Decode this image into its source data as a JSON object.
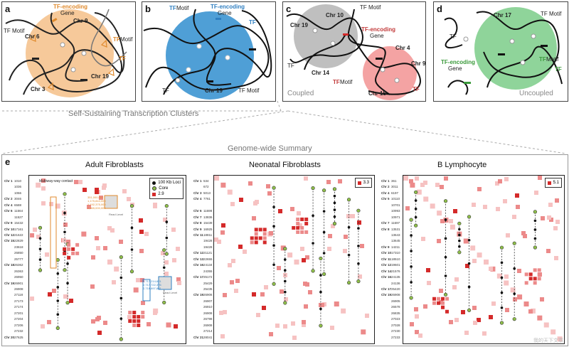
{
  "panels": {
    "a": {
      "letter": "a",
      "tf_encoding": "TF-encoding",
      "gene": "Gene",
      "tf_motif_left": "TF Motif",
      "tf_motif_right_tf": "TF",
      "tf_motif_right": "Motif",
      "tf_right": "TF",
      "chr9": "Chr 9",
      "chr6": "Chr 6",
      "chr3": "Chr 3",
      "chr19": "Chr 19"
    },
    "b": {
      "letter": "b",
      "tf_motif_tf": "TF",
      "tf_motif": "Motif",
      "tf_encoding": "TF-encoding",
      "gene": "Gene",
      "tf": "TF",
      "tf_bottom": "TF",
      "chr19": "Chr 19",
      "tf_motif2": "TF Motif"
    },
    "c": {
      "letter": "c",
      "chr10": "Chr 10",
      "tf_motif": "TF Motif",
      "chr19": "Chr 19",
      "tf_encoding": "TF-encoding",
      "gene": "Gene",
      "tf": "TF",
      "chr14": "Chr 14",
      "chr4": "Chr 4",
      "chr9": "Chr 9",
      "tf_motif2_tf": "TF",
      "tf_motif2": "Motif",
      "chr15": "Chr 15",
      "tf2": "TF",
      "caption": "Coupled"
    },
    "d": {
      "letter": "d",
      "chr17": "Chr 17",
      "tf_motif": "TF Motif",
      "tf": "TF",
      "tf_encoding": "TF-encoding",
      "gene": "Gene",
      "tf_motif2_tf": "TF",
      "tf_motif2": "Motif",
      "tf2": "TF",
      "caption": "Uncoupled"
    }
  },
  "banner_top": "Self-Sustaining Transcription Clusters",
  "banner_mid": "Genome-wide Summary",
  "panel_e": {
    "letter": "e",
    "adult": {
      "title": "Adult Fibroblasts",
      "multiway": "Multiway-way contact",
      "legend": {
        "loci": "100 Kb Loci",
        "core": "Core",
        "value": "2.9"
      },
      "inset1": [
        "351,000,000",
        "1,175,844,000",
        "1,192,375,000",
        "2,965,000,000"
      ],
      "inset2": [
        "2,717,214,821",
        "2,717,722,376",
        "2,718,897,801"
      ],
      "inset_label": "Read Level",
      "rows": [
        {
          "chr": "Chr 1",
          "n": "1010"
        },
        {
          "chr": "",
          "n": "1036"
        },
        {
          "chr": "",
          "n": "1066"
        },
        {
          "chr": "Chr 2",
          "n": "3046"
        },
        {
          "chr": "Chr 4",
          "n": "6588"
        },
        {
          "chr": "Chr 6",
          "n": "11564"
        },
        {
          "chr": "",
          "n": "11527"
        },
        {
          "chr": "Chr 9",
          "n": "15432"
        },
        {
          "chr": "Chr 10",
          "n": "17161"
        },
        {
          "chr": "Chr 12",
          "n": "21622"
        },
        {
          "chr": "Chr 15",
          "n": "22829"
        },
        {
          "chr": "",
          "n": "23618"
        },
        {
          "chr": "",
          "n": "26850"
        },
        {
          "chr": "",
          "n": "25777"
        },
        {
          "chr": "Chr 18",
          "n": "26362"
        },
        {
          "chr": "",
          "n": "26363"
        },
        {
          "chr": "",
          "n": "26950"
        },
        {
          "chr": "Chr 19",
          "n": "26901"
        },
        {
          "chr": "",
          "n": "26908"
        },
        {
          "chr": "",
          "n": "27118"
        },
        {
          "chr": "",
          "n": "27173"
        },
        {
          "chr": "",
          "n": "27174"
        },
        {
          "chr": "",
          "n": "27201"
        },
        {
          "chr": "",
          "n": "27204"
        },
        {
          "chr": "",
          "n": "27206"
        },
        {
          "chr": "",
          "n": "27232"
        },
        {
          "chr": "Chr 20",
          "n": "27625"
        }
      ]
    },
    "neonatal": {
      "title": "Neonatal Fibroblasts",
      "legend_value": "3.3",
      "rows": [
        {
          "chr": "Chr 1",
          "n": "534"
        },
        {
          "chr": "",
          "n": "672"
        },
        {
          "chr": "Chr 3",
          "n": "5013"
        },
        {
          "chr": "Chr 4",
          "n": "7761"
        },
        {
          "chr": "",
          "n": ""
        },
        {
          "chr": "Chr 6",
          "n": "11698"
        },
        {
          "chr": "Chr 7",
          "n": "13836"
        },
        {
          "chr": "Chr 8",
          "n": "15439"
        },
        {
          "chr": "Chr 9",
          "n": "16925"
        },
        {
          "chr": "Chr 11",
          "n": "18811"
        },
        {
          "chr": "",
          "n": "19428"
        },
        {
          "chr": "",
          "n": "19428"
        },
        {
          "chr": "Chr 12",
          "n": "21121"
        },
        {
          "chr": "Chr 13",
          "n": "22655"
        },
        {
          "chr": "Chr 16",
          "n": "24134"
        },
        {
          "chr": "",
          "n": "24355"
        },
        {
          "chr": "Chr 17",
          "n": "25172"
        },
        {
          "chr": "",
          "n": "25429"
        },
        {
          "chr": "",
          "n": "25435"
        },
        {
          "chr": "Chr 19",
          "n": "26906"
        },
        {
          "chr": "",
          "n": "26907"
        },
        {
          "chr": "",
          "n": "26910"
        },
        {
          "chr": "",
          "n": "26908"
        },
        {
          "chr": "",
          "n": "26798"
        },
        {
          "chr": "",
          "n": "26908"
        },
        {
          "chr": "",
          "n": "27214"
        },
        {
          "chr": "Chr 21",
          "n": "28041"
        }
      ]
    },
    "blymph": {
      "title": "B Lymphocyte",
      "legend_value": "5.1",
      "rows": [
        {
          "chr": "Chr 1",
          "n": "361"
        },
        {
          "chr": "Chr 2",
          "n": "3011"
        },
        {
          "chr": "Chr 4",
          "n": "6197"
        },
        {
          "chr": "Chr 5",
          "n": "10110"
        },
        {
          "chr": "",
          "n": "10701"
        },
        {
          "chr": "",
          "n": "10993"
        },
        {
          "chr": "",
          "n": "10971"
        },
        {
          "chr": "Chr 7",
          "n": "11697"
        },
        {
          "chr": "Chr 8",
          "n": "13531"
        },
        {
          "chr": "",
          "n": "13643"
        },
        {
          "chr": "",
          "n": "13645"
        },
        {
          "chr": "Chr 9",
          "n": "14211"
        },
        {
          "chr": "Chr 10",
          "n": "17310"
        },
        {
          "chr": "Chr 11",
          "n": "18510"
        },
        {
          "chr": "Chr 12",
          "n": "19601"
        },
        {
          "chr": "Chr 14",
          "n": "21576"
        },
        {
          "chr": "Chr 16",
          "n": "24135"
        },
        {
          "chr": "",
          "n": "24136"
        },
        {
          "chr": "Chr 17",
          "n": "25420"
        },
        {
          "chr": "Chr 19",
          "n": "26908"
        },
        {
          "chr": "",
          "n": "26905"
        },
        {
          "chr": "",
          "n": "26578"
        },
        {
          "chr": "",
          "n": "26835"
        },
        {
          "chr": "",
          "n": "27023"
        },
        {
          "chr": "",
          "n": "27028"
        },
        {
          "chr": "",
          "n": "27230"
        },
        {
          "chr": "",
          "n": "27233"
        }
      ]
    }
  },
  "watermark": "我的天下文章",
  "colors": {
    "orange_blob": "#f6c99a",
    "blue_blob": "#4f9fd6",
    "gray_blob": "#bfbfbf",
    "red_blob": "#f4a3a3",
    "green_blob": "#8fd49a",
    "heat_light": "#f6c2c2",
    "heat_mid": "#ec8a8a",
    "heat_dark": "#d42a2a",
    "core": "#8fbf4a"
  }
}
